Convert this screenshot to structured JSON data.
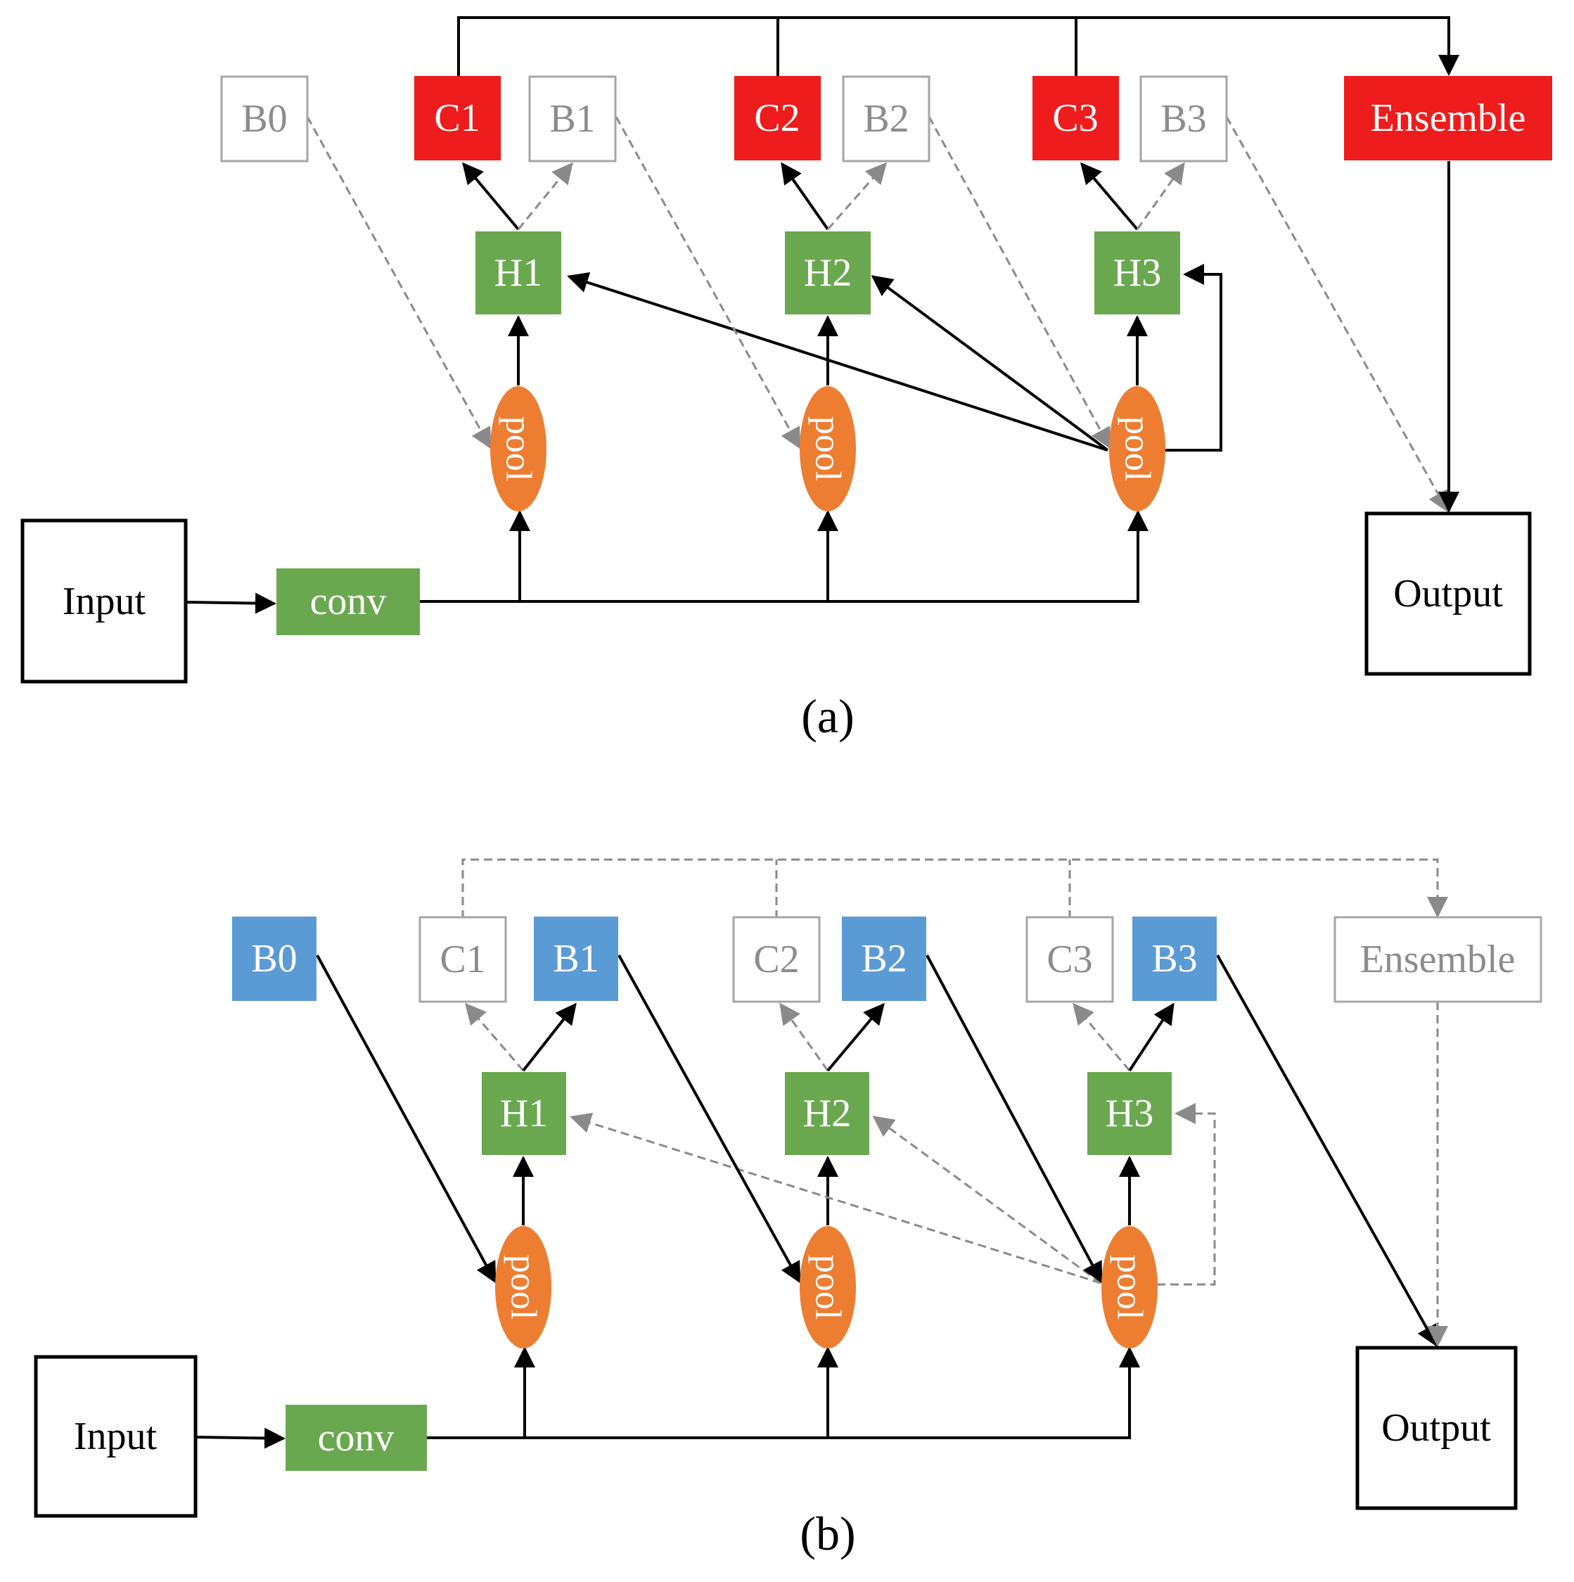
{
  "colors": {
    "red": "#ee1c1c",
    "green": "#6aa84f",
    "blue": "#5b9bd5",
    "orange": "#ed7d31",
    "gray": "#8a8a8a",
    "light_border": "#a6a6a6",
    "light_text": "#8c8c8c",
    "black": "#000000"
  },
  "panel_a": {
    "caption": "(a)",
    "input": "Input",
    "conv": "conv",
    "output": "Output",
    "ensemble": "Ensemble",
    "pools": [
      "pool",
      "pool",
      "pool"
    ],
    "heads": [
      "H1",
      "H2",
      "H3"
    ],
    "classifiers": [
      "C1",
      "C2",
      "C3"
    ],
    "branches": [
      "B0",
      "B1",
      "B2",
      "B3"
    ]
  },
  "panel_b": {
    "caption": "(b)",
    "input": "Input",
    "conv": "conv",
    "output": "Output",
    "ensemble": "Ensemble",
    "pools": [
      "pool",
      "pool",
      "pool"
    ],
    "heads": [
      "H1",
      "H2",
      "H3"
    ],
    "classifiers": [
      "C1",
      "C2",
      "C3"
    ],
    "branches": [
      "B0",
      "B1",
      "B2",
      "B3"
    ]
  }
}
